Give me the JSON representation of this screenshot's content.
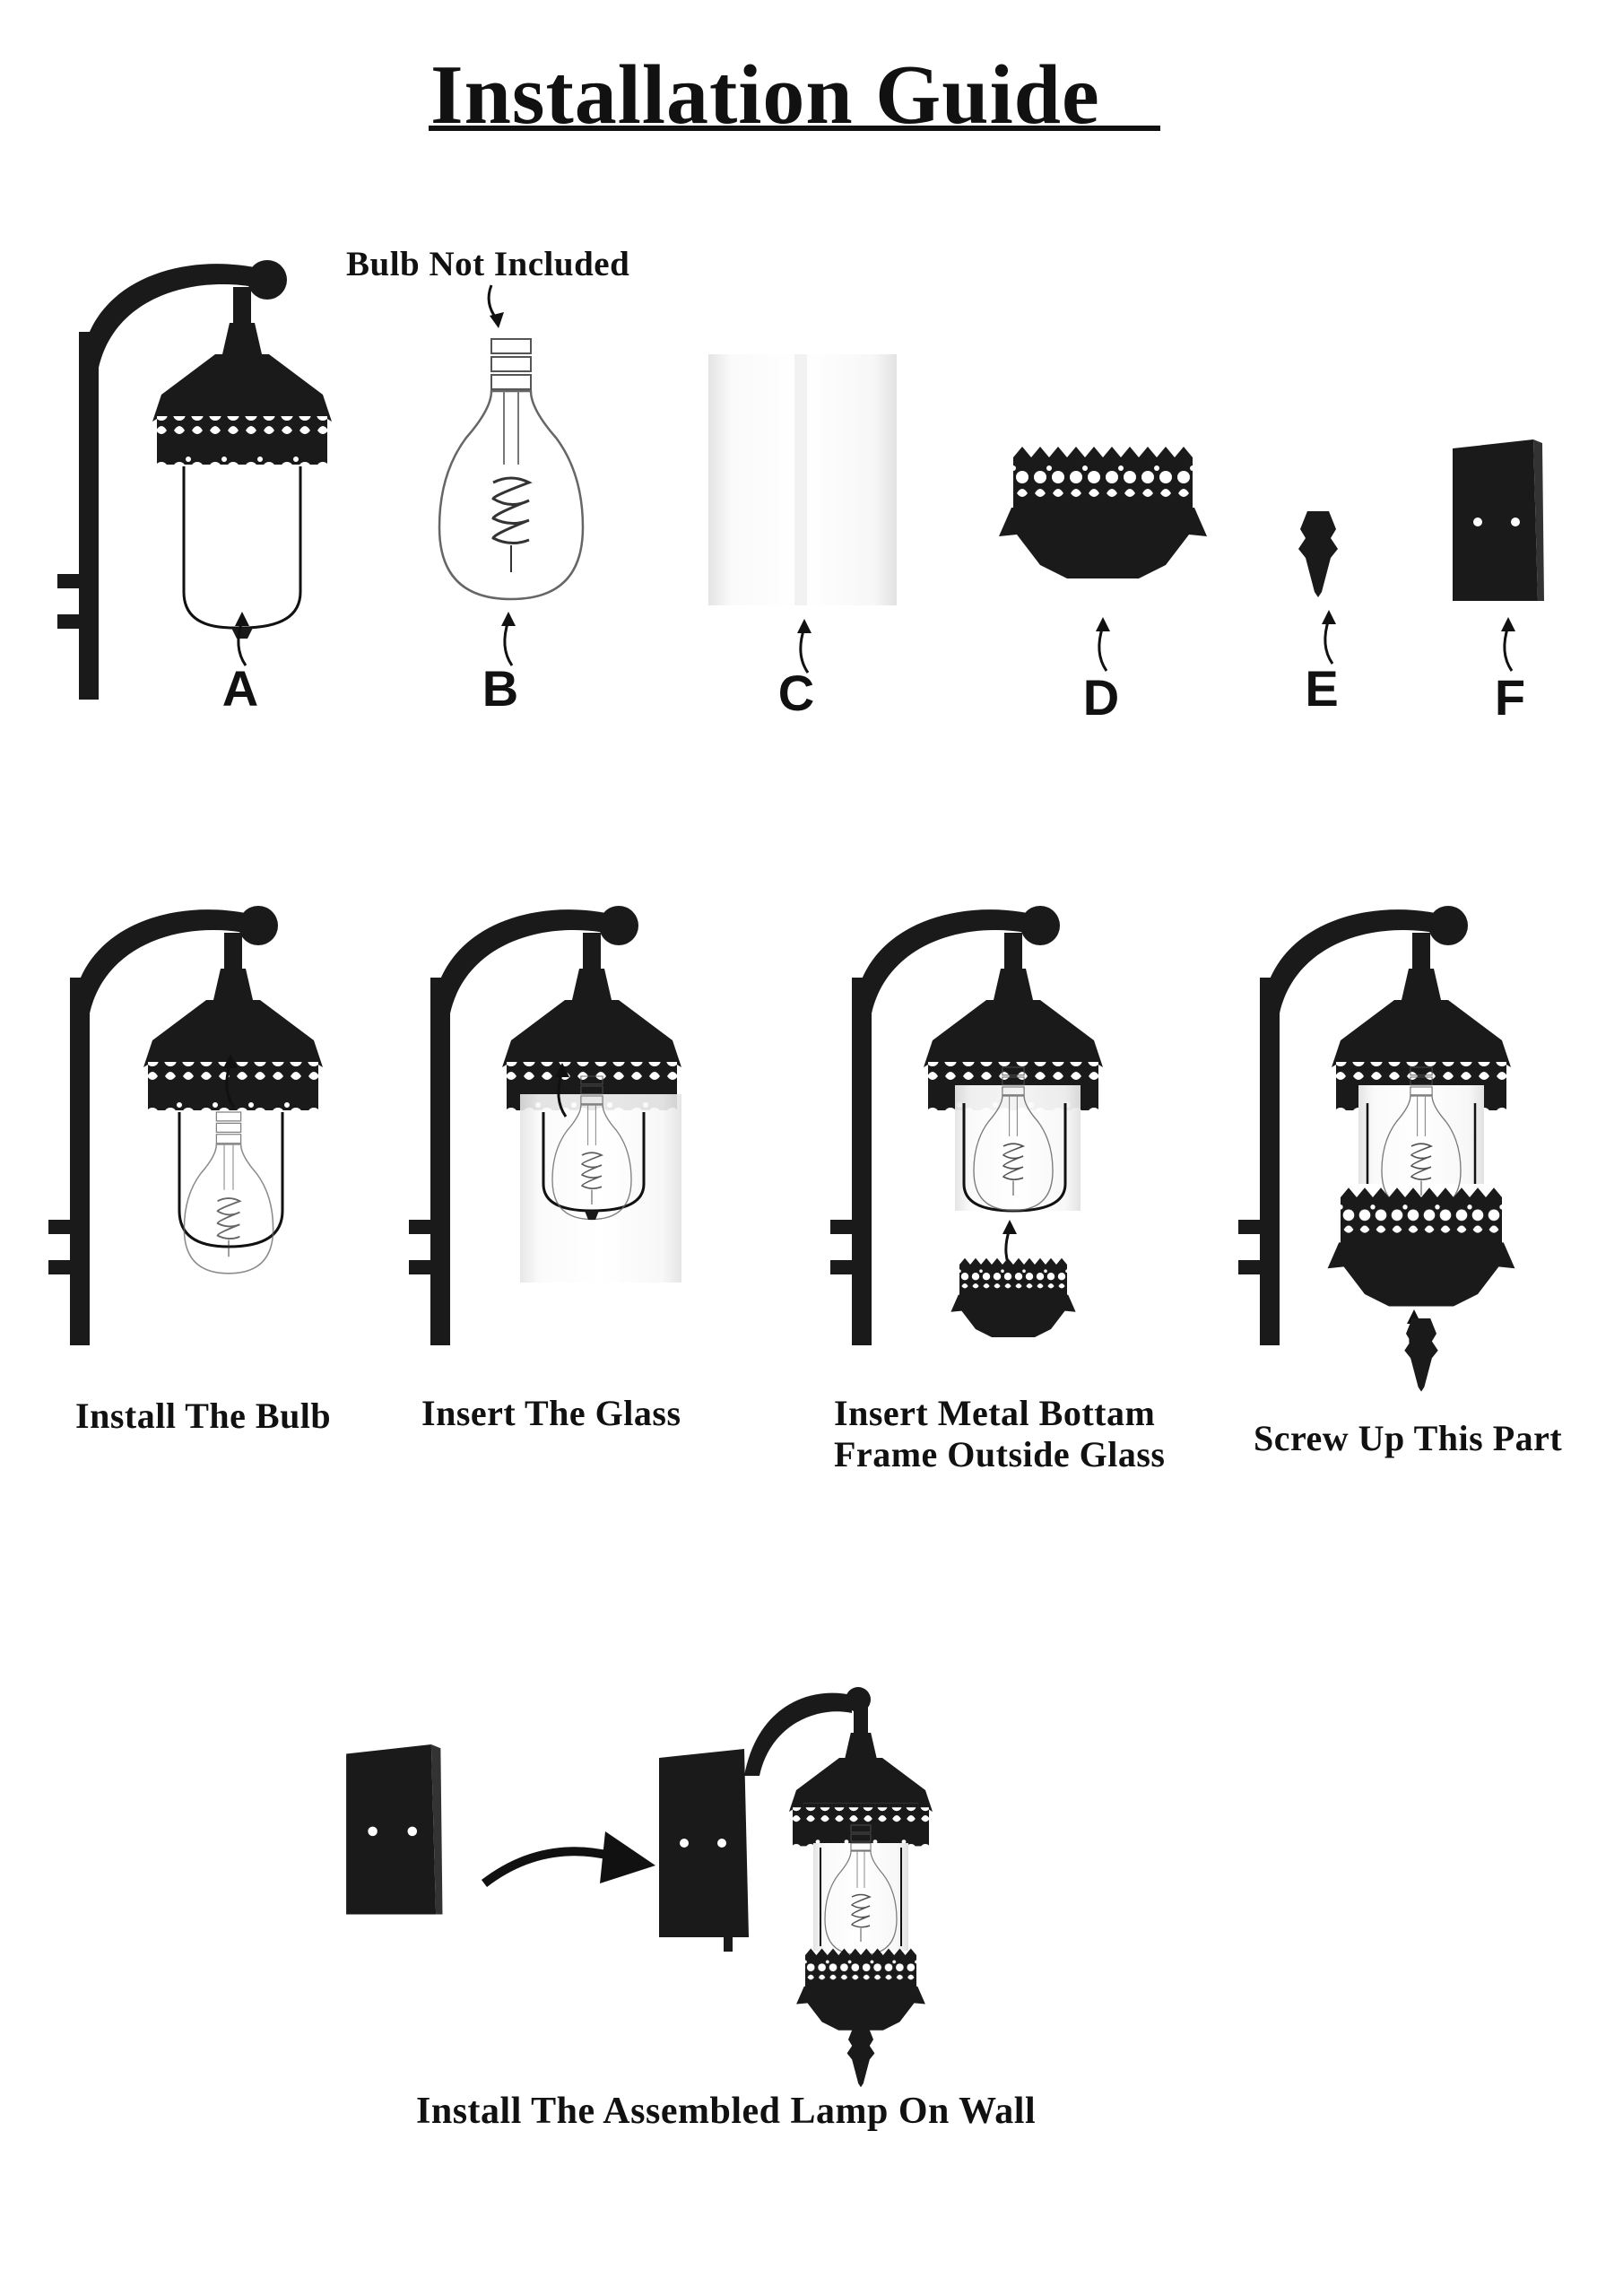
{
  "title": "Installation Guide",
  "parts": {
    "bulb_note": "Bulb Not Included",
    "items": [
      {
        "letter": "A"
      },
      {
        "letter": "B"
      },
      {
        "letter": "C"
      },
      {
        "letter": "D"
      },
      {
        "letter": "E"
      },
      {
        "letter": "F"
      }
    ]
  },
  "steps": [
    {
      "label": "Install The Bulb"
    },
    {
      "label": "Insert The Glass"
    },
    {
      "label_line1": "Insert Metal Bottam",
      "label_line2": "Frame Outside Glass"
    },
    {
      "label": "Screw Up This Part"
    }
  ],
  "final_step": {
    "label": "Install The Assembled Lamp On Wall"
  },
  "colors": {
    "ink": "#1a1a1a",
    "glass": "#eaeaea"
  }
}
